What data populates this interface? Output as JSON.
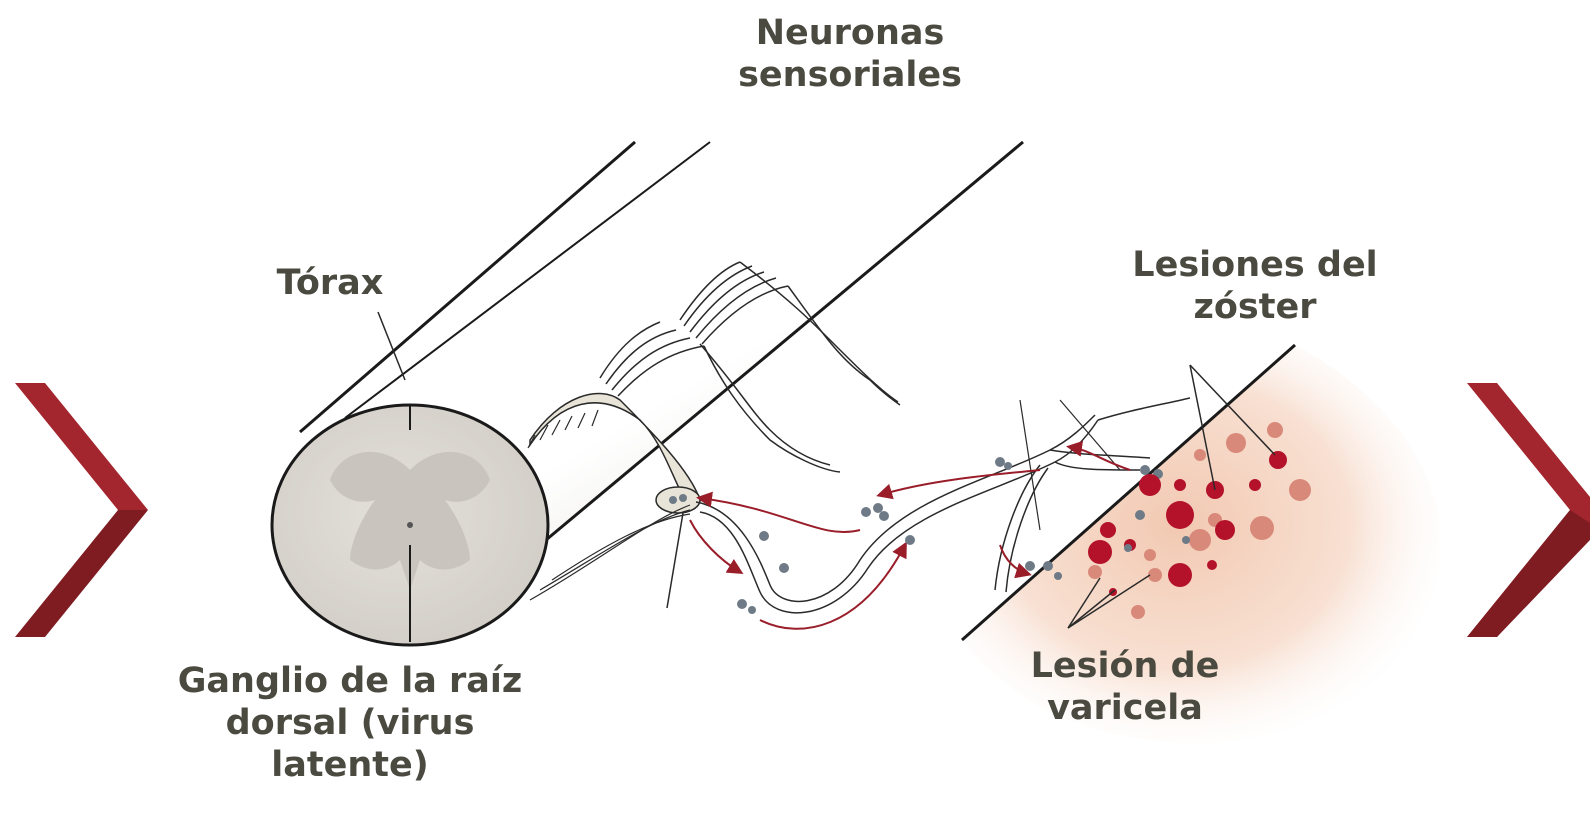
{
  "labels": {
    "neurons": [
      "Neuronas",
      "sensoriales"
    ],
    "thorax": "Tórax",
    "zoster": [
      "Lesiones del",
      "zóster"
    ],
    "varicella": [
      "Lesión de",
      "varicela"
    ],
    "ganglion": [
      "Ganglio de la raíz",
      "dorsal (virus",
      "latente)"
    ]
  },
  "nav": {
    "prev_icon": "chevron-left-icon",
    "next_icon": "chevron-right-icon"
  },
  "colors": {
    "text": "#4a4a40",
    "nav_arrow": "#a3262e",
    "nav_arrow_dark": "#7e1c22",
    "lesion": "#b3122a",
    "lesion_faded": "#d9897a",
    "virus": "#6e7b86",
    "nerve_arrow": "#9a1d2a",
    "cord_fill": "#dedad4",
    "grey_matter": "#c9c5be",
    "ganglion_fill": "#e9e4d8"
  }
}
